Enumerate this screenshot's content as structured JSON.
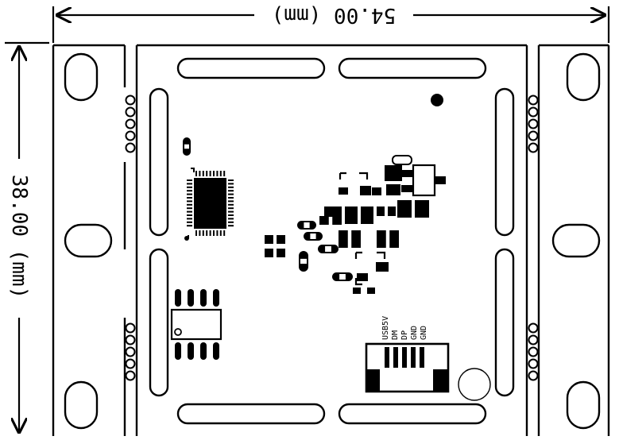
{
  "dimensions": {
    "width_label": "54.00 (mm)",
    "height_label": "38.00 (mm)"
  },
  "usb_pins": [
    "USB5V",
    "DM",
    "DP",
    "GND",
    "GND"
  ],
  "colors": {
    "background": "#ffffff",
    "ink": "#000000",
    "fill": "#000000"
  }
}
